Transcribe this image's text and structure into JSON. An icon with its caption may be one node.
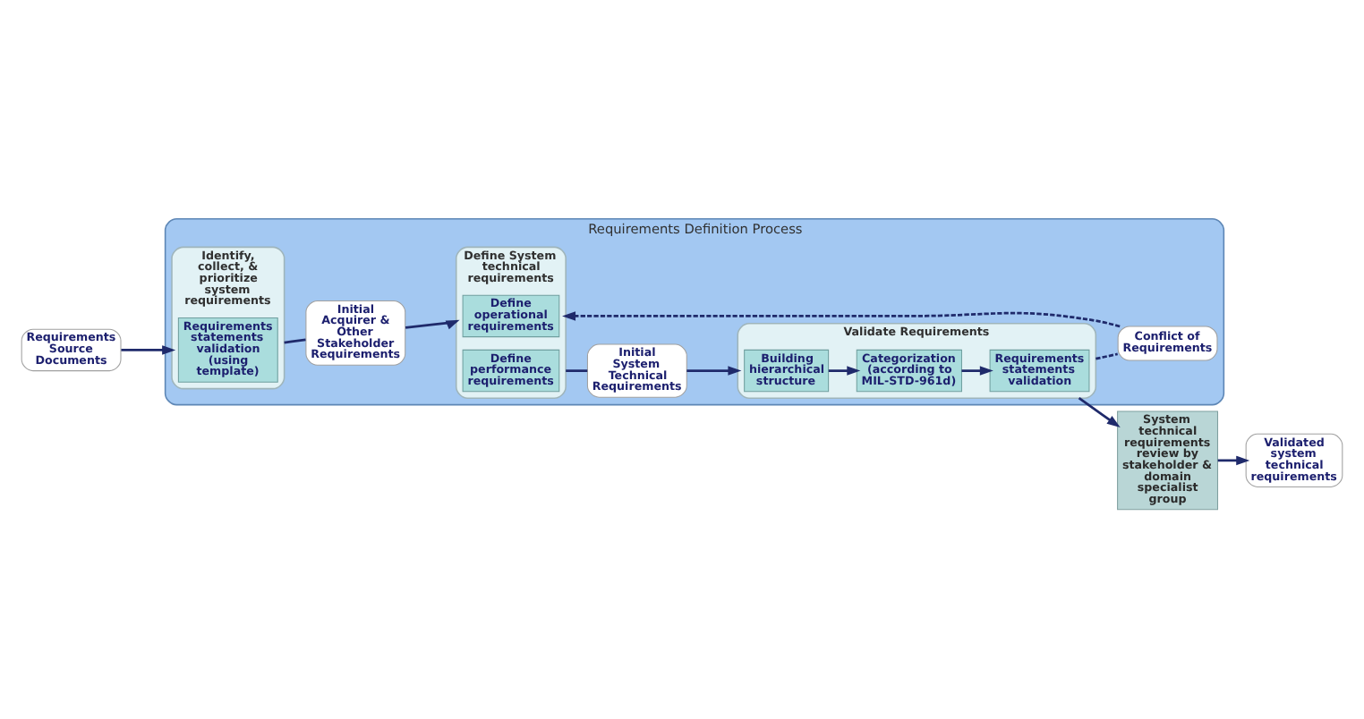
{
  "diagram": {
    "nodes": [
      {
        "text": [
          "Requirements Source Documents"
        ]
      },
      {
        "text": [
          "Requirements Definition Process"
        ]
      },
      {
        "text": [
          "Identify, collect, & prioritize system requirements"
        ],
        "in": 1
      },
      {
        "text": [
          "Requirements statements validation (using template)"
        ],
        "in": 2
      },
      {
        "text": [
          "Initial Acquirer & Other Stakeholder Requirements"
        ],
        "in": 1
      },
      {
        "text": [
          "Define System technical requirements"
        ],
        "in": 1
      },
      {
        "text": [
          "Define operational requirements"
        ],
        "in": 5
      },
      {
        "text": [
          "Define performance requirements"
        ],
        "in": 5
      },
      {
        "text": [
          "Initial System Technical Requirements"
        ],
        "in": 1
      },
      {
        "text": [
          "Conflict of Requirements"
        ],
        "in": 1
      },
      {
        "text": [
          "Validate Requirements"
        ],
        "in": 1
      },
      {
        "text": [
          "Building hierarchical structure"
        ],
        "in": 10
      },
      {
        "text": [
          "Categorization (according to MIL-STD-961d)"
        ],
        "in": 10
      },
      {
        "text": [
          "Requirements statements validation"
        ],
        "in": 10
      },
      {
        "text": [
          "System technical requirements review by stakeholder & domain specialist group"
        ]
      },
      {
        "text": [
          "Validated system technical requirements"
        ]
      }
    ],
    "edges": [
      {
        "from": 0,
        "to": 2,
        "arrow": "to"
      },
      {
        "from": 2,
        "to": 4,
        "arrow": "none"
      },
      {
        "from": 4,
        "to": 5,
        "arrow": "to"
      },
      {
        "from": 5,
        "to": 8,
        "arrow": "none"
      },
      {
        "from": 8,
        "to": 10,
        "arrow": "to"
      },
      {
        "from": 10,
        "to": 9,
        "arrow": "none",
        "style": "dashed"
      },
      {
        "from": 9,
        "to": 5,
        "arrow": "to",
        "style": "dashed"
      },
      {
        "from": 11,
        "to": 12,
        "arrow": "to"
      },
      {
        "from": 12,
        "to": 13,
        "arrow": "to"
      },
      {
        "from": 10,
        "to": 14,
        "arrow": "to"
      },
      {
        "from": 14,
        "to": 15,
        "arrow": "to"
      }
    ]
  }
}
